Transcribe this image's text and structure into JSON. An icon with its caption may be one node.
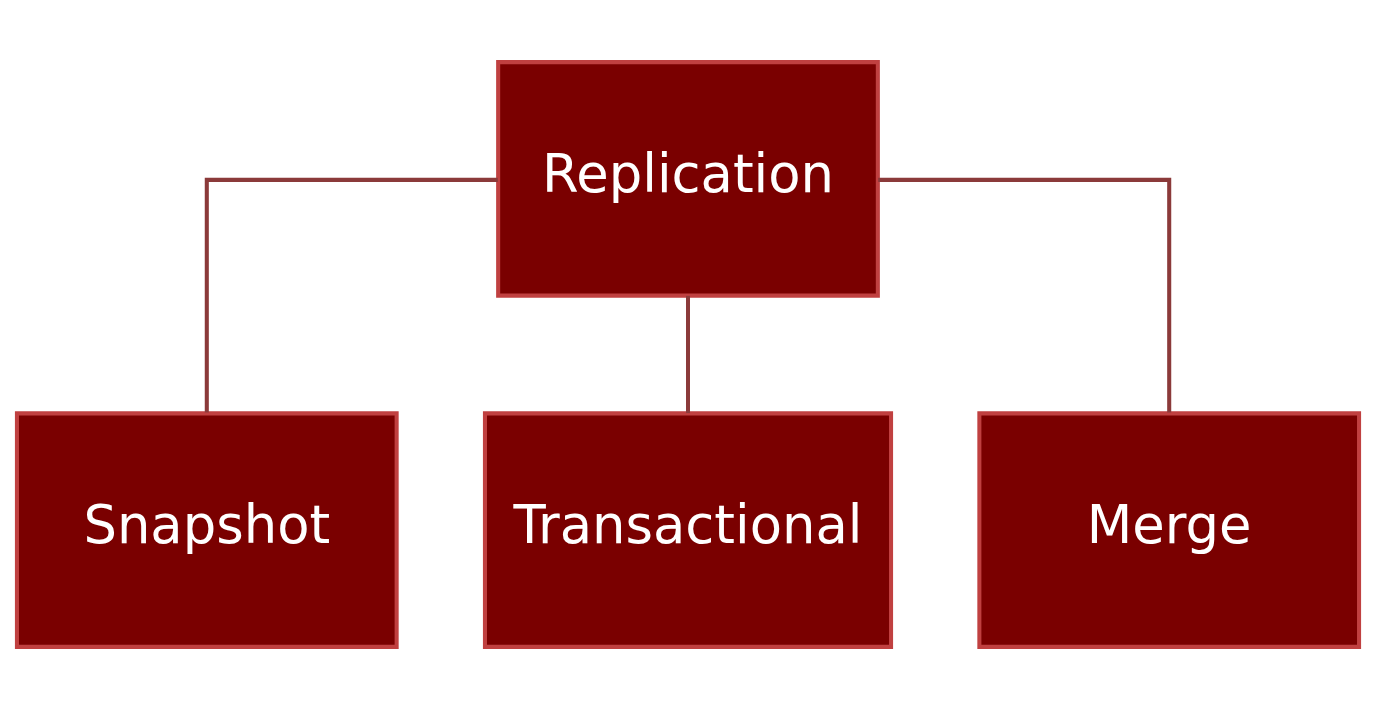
{
  "diagram": {
    "nodes": [
      {
        "text": [
          "Replication"
        ]
      },
      {
        "text": [
          "Snapshot"
        ]
      },
      {
        "text": [
          "Transactional"
        ]
      },
      {
        "text": [
          "Merge"
        ]
      }
    ],
    "edges": [
      {
        "from": 0,
        "to": 1,
        "arrow": "none"
      },
      {
        "from": 0,
        "to": 2,
        "arrow": "none"
      },
      {
        "from": 0,
        "to": 3,
        "arrow": "none"
      }
    ]
  }
}
